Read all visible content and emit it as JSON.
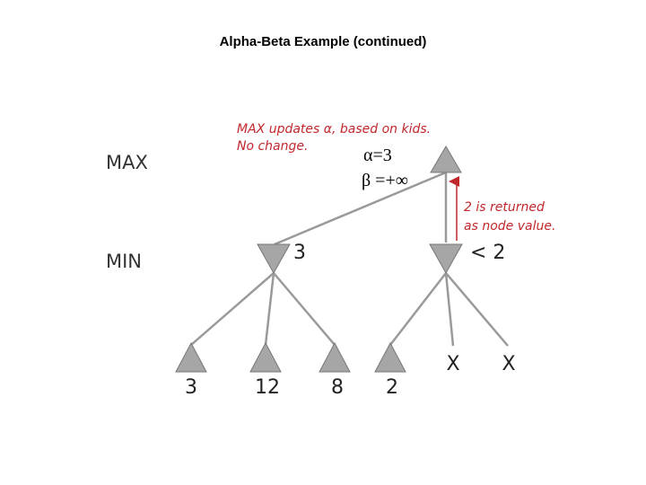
{
  "title": "Alpha-Beta Example (continued)",
  "levels": {
    "max": "MAX",
    "min": "MIN"
  },
  "annotations": {
    "max_update_line1": "MAX updates α, based on kids.",
    "max_update_line2": "No change.",
    "alpha": "α=3",
    "beta": "β =+∞",
    "returned_line1": "2 is returned",
    "returned_line2": "as node value."
  },
  "nodes": {
    "min_left_value": "3",
    "min_right_value": "< 2",
    "leaves": [
      "3",
      "12",
      "8",
      "2"
    ],
    "pruned": [
      "X",
      "X"
    ]
  },
  "colors": {
    "annotation": "#c0282c",
    "node": "#a6a6a6",
    "edge": "#9a9a9a"
  }
}
